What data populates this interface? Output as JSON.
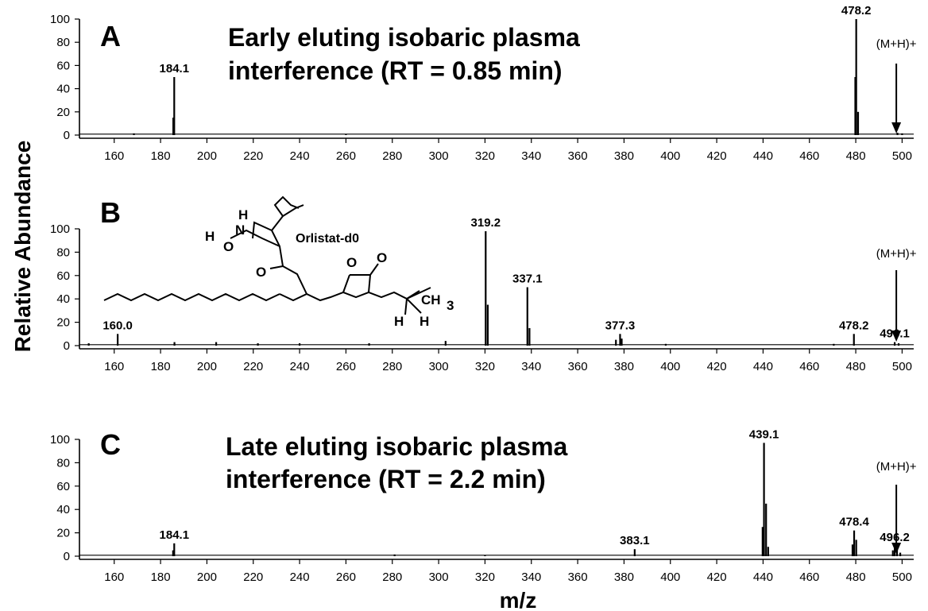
{
  "chart_data": [
    {
      "id": "A",
      "type": "bar",
      "panel_label": "A",
      "annotation": [
        "Early eluting isobaric plasma",
        "interference (RT = 0.85 min)"
      ],
      "xlim": [
        145,
        505
      ],
      "ylim": [
        0,
        100
      ],
      "xticks": [
        160,
        180,
        200,
        220,
        240,
        260,
        280,
        300,
        320,
        340,
        360,
        380,
        400,
        420,
        440,
        460,
        480,
        500
      ],
      "yticks": [
        0,
        20,
        40,
        60,
        80,
        100
      ],
      "peaks": [
        {
          "mz": 168.5,
          "intensity": 1.5
        },
        {
          "mz": 185.5,
          "intensity": 15
        },
        {
          "mz": 185.9,
          "intensity": 50,
          "label": "184.1"
        },
        {
          "mz": 260,
          "intensity": 1
        },
        {
          "mz": 479.8,
          "intensity": 50
        },
        {
          "mz": 480.2,
          "intensity": 100,
          "label": "478.2"
        },
        {
          "mz": 481.0,
          "intensity": 20
        },
        {
          "mz": 498,
          "intensity": 2
        },
        {
          "mz": 500,
          "intensity": 1.5
        }
      ],
      "marker": {
        "mz": 497.5,
        "text": "(M+H)+"
      }
    },
    {
      "id": "B",
      "type": "bar",
      "panel_label": "B",
      "xlim": [
        145,
        505
      ],
      "ylim": [
        0,
        100
      ],
      "xticks": [
        160,
        180,
        200,
        220,
        240,
        260,
        280,
        300,
        320,
        340,
        360,
        380,
        400,
        420,
        440,
        460,
        480,
        500
      ],
      "yticks": [
        0,
        20,
        40,
        60,
        80,
        100
      ],
      "peaks": [
        {
          "mz": 149,
          "intensity": 2
        },
        {
          "mz": 161.5,
          "intensity": 10,
          "label": "160.0"
        },
        {
          "mz": 186,
          "intensity": 3
        },
        {
          "mz": 204,
          "intensity": 3
        },
        {
          "mz": 222,
          "intensity": 2
        },
        {
          "mz": 240,
          "intensity": 2
        },
        {
          "mz": 270,
          "intensity": 2
        },
        {
          "mz": 303,
          "intensity": 4
        },
        {
          "mz": 320.3,
          "intensity": 98,
          "label": "319.2"
        },
        {
          "mz": 321.2,
          "intensity": 35
        },
        {
          "mz": 338.3,
          "intensity": 50,
          "label": "337.1"
        },
        {
          "mz": 339.2,
          "intensity": 15
        },
        {
          "mz": 376.5,
          "intensity": 5
        },
        {
          "mz": 378.3,
          "intensity": 10,
          "label": "377.3"
        },
        {
          "mz": 379.0,
          "intensity": 6
        },
        {
          "mz": 398,
          "intensity": 1.5
        },
        {
          "mz": 470.5,
          "intensity": 1.5
        },
        {
          "mz": 479.2,
          "intensity": 10,
          "label": "478.2"
        },
        {
          "mz": 496.8,
          "intensity": 3,
          "label": "496.1"
        },
        {
          "mz": 498.5,
          "intensity": 2
        }
      ],
      "marker": {
        "mz": 497.5,
        "text": "(M+H)+"
      },
      "structure_name": "Orlistat-d0"
    },
    {
      "id": "C",
      "type": "bar",
      "panel_label": "C",
      "annotation": [
        "Late eluting isobaric plasma",
        "interference (RT = 2.2 min)"
      ],
      "xlim": [
        145,
        505
      ],
      "ylim": [
        0,
        100
      ],
      "xticks": [
        160,
        180,
        200,
        220,
        240,
        260,
        280,
        300,
        320,
        340,
        360,
        380,
        400,
        420,
        440,
        460,
        480,
        500
      ],
      "yticks": [
        0,
        20,
        40,
        60,
        80,
        100
      ],
      "peaks": [
        {
          "mz": 185.4,
          "intensity": 5
        },
        {
          "mz": 185.9,
          "intensity": 11,
          "label": "184.1"
        },
        {
          "mz": 281,
          "intensity": 1.5
        },
        {
          "mz": 320,
          "intensity": 1
        },
        {
          "mz": 384.6,
          "intensity": 6,
          "label": "383.1"
        },
        {
          "mz": 439.8,
          "intensity": 25
        },
        {
          "mz": 440.4,
          "intensity": 97,
          "label": "439.1"
        },
        {
          "mz": 441.3,
          "intensity": 45
        },
        {
          "mz": 442.2,
          "intensity": 8
        },
        {
          "mz": 478.6,
          "intensity": 10
        },
        {
          "mz": 479.3,
          "intensity": 22,
          "label": "478.4"
        },
        {
          "mz": 480.2,
          "intensity": 14
        },
        {
          "mz": 496.0,
          "intensity": 5
        },
        {
          "mz": 496.8,
          "intensity": 9,
          "label": "496.2"
        },
        {
          "mz": 497.8,
          "intensity": 6
        },
        {
          "mz": 499.2,
          "intensity": 3
        }
      ],
      "marker": {
        "mz": 497.5,
        "text": "(M+H)+"
      }
    }
  ],
  "ylabel": "Relative Abundance",
  "xlabel": "m/z"
}
